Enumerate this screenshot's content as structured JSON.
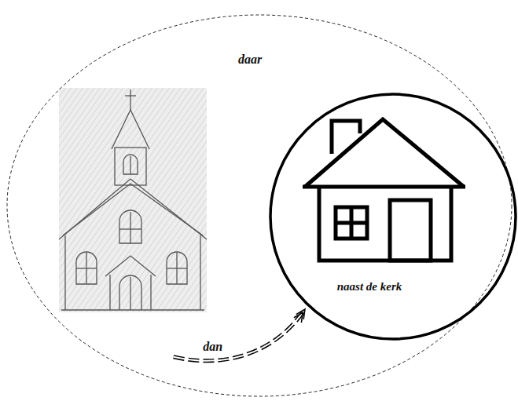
{
  "diagram": {
    "nodes": [
      {
        "text": [
          "daar"
        ]
      },
      {
        "text": [
          "naast de kerk"
        ],
        "in": 0
      }
    ],
    "edges": [
      {
        "from": 0,
        "to": 1,
        "label": "dan",
        "arrow": "to"
      }
    ]
  }
}
